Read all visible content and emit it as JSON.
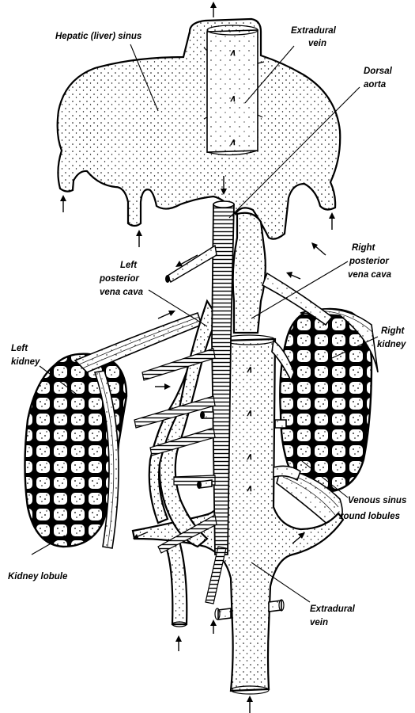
{
  "diagram": {
    "labels": {
      "hepatic_sinus": "Hepatic (liver) sinus",
      "extradural_vein_top_1": "Extradural",
      "extradural_vein_top_2": "vein",
      "dorsal_aorta_1": "Dorsal",
      "dorsal_aorta_2": "aorta",
      "right_pvc_1": "Right",
      "right_pvc_2": "posterior",
      "right_pvc_3": "vena cava",
      "left_pvc_1": "Left",
      "left_pvc_2": "posterior",
      "left_pvc_3": "vena cava",
      "left_kidney_1": "Left",
      "left_kidney_2": "kidney",
      "right_kidney_1": "Right",
      "right_kidney_2": "kidney",
      "venous_sinus_1": "Venous sinus",
      "venous_sinus_2": "round lobules",
      "kidney_lobule": "Kidney lobule",
      "extradural_vein_bottom_1": "Extradural",
      "extradural_vein_bottom_2": "vein"
    }
  }
}
